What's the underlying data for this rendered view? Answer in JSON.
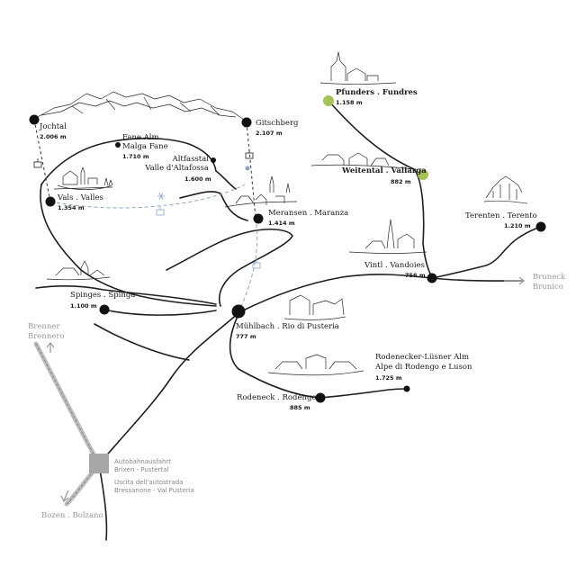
{
  "colors": {
    "road": "#1f1f1f",
    "location_dot": "#111111",
    "highlight_dot": "#a6c257",
    "grey_text": "#9a9a9a",
    "motorway": "#bdbdbd",
    "ski_route": "#8fa6c4"
  },
  "places": {
    "jochtal": {
      "name": "Jochtal",
      "elev": "2.006 m"
    },
    "gitschberg": {
      "name": "Gitschberg",
      "elev": "2.107 m"
    },
    "fane_alm": {
      "name1": "Fane Alm",
      "name2": "Malga Fane",
      "elev": "1.710 m"
    },
    "altfasstal": {
      "name1": "Altfasstal",
      "name2": "Valle d'Altafossa",
      "elev": "1.600 m"
    },
    "vals": {
      "name": "Vals . Valles",
      "elev": "1.354 m"
    },
    "meransen": {
      "name": "Meransen . Maranza",
      "elev": "1.414 m"
    },
    "pfunders": {
      "name": "Pfunders . Fundres",
      "elev": "1.158 m"
    },
    "weitental": {
      "name": "Weitental . Vallarga",
      "elev": "882 m"
    },
    "terenten": {
      "name": "Terenten . Terento",
      "elev": "1.210 m"
    },
    "vintl": {
      "name": "Vintl . Vandoies",
      "elev": "756 m"
    },
    "spinges": {
      "name": "Spinges . Spinga",
      "elev": "1.100 m"
    },
    "muehlbach": {
      "name": "Mühlbach . Rio di Pusteria",
      "elev": "777 m"
    },
    "rodenecker_alm": {
      "name1": "Rodenecker-Lüsner Alm",
      "name2": "Alpe di Rodengo e Luson",
      "elev": "1.725 m"
    },
    "rodeneck": {
      "name": "Rodeneck . Rodengo",
      "elev": "885 m"
    }
  },
  "directions": {
    "bruneck": {
      "line1": "Bruneck",
      "line2": "Brunico"
    },
    "brenner": {
      "line1": "Brenner",
      "line2": "Brennero"
    },
    "bozen": {
      "line1": "Bozen . Bolzano"
    }
  },
  "motorway_exit": {
    "line1": "Autobahnausfahrt",
    "line2": "Brixen - Pustertal",
    "line3": "Uscita dell'autostrada",
    "line4": "Bressanone - Val Pusteria"
  },
  "icons": [
    "gondola-icon",
    "snowflake-icon",
    "arrow-right-icon",
    "arrow-up-icon",
    "arrow-down-icon"
  ]
}
